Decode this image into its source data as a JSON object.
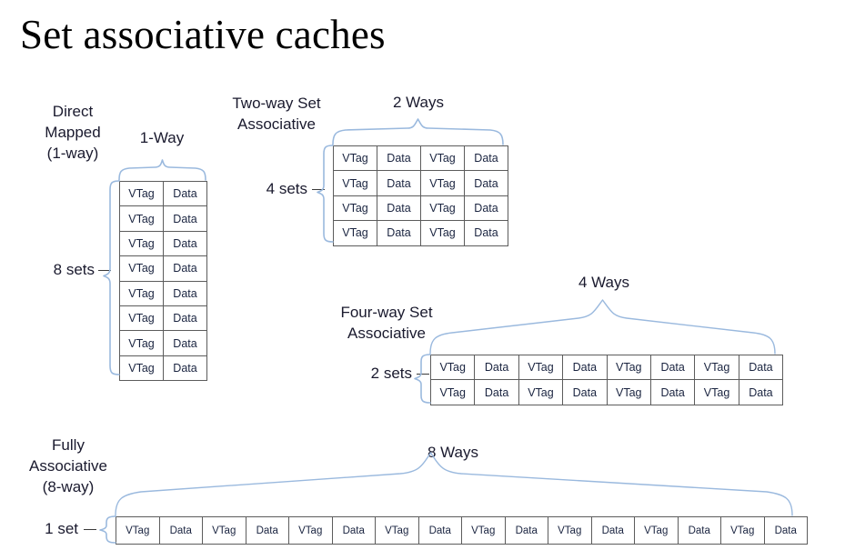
{
  "slide": {
    "title": "Set associative caches",
    "background_color": "#ffffff",
    "brace_color": "#9ab9de",
    "cell_border_color": "#5c5c5c",
    "text_color": "#1a2440"
  },
  "cell_labels": {
    "tag": "VTag",
    "data": "Data"
  },
  "diagrams": [
    {
      "id": "direct-mapped",
      "name_lines": [
        "Direct",
        "Mapped",
        "(1-way)"
      ],
      "ways_label": "1-Way",
      "sets_label": "8 sets",
      "sets": 8,
      "ways": 1,
      "columns_per_way": [
        "VTag",
        "Data"
      ],
      "rows": [
        [
          "VTag",
          "Data"
        ],
        [
          "VTag",
          "Data"
        ],
        [
          "VTag",
          "Data"
        ],
        [
          "VTag",
          "Data"
        ],
        [
          "VTag",
          "Data"
        ],
        [
          "VTag",
          "Data"
        ],
        [
          "VTag",
          "Data"
        ],
        [
          "VTag",
          "Data"
        ]
      ]
    },
    {
      "id": "two-way-set-associative",
      "name_lines": [
        "Two-way Set",
        "Associative"
      ],
      "ways_label": "2 Ways",
      "sets_label": "4 sets",
      "sets": 4,
      "ways": 2,
      "columns_per_way": [
        "VTag",
        "Data"
      ],
      "rows": [
        [
          "VTag",
          "Data",
          "VTag",
          "Data"
        ],
        [
          "VTag",
          "Data",
          "VTag",
          "Data"
        ],
        [
          "VTag",
          "Data",
          "VTag",
          "Data"
        ],
        [
          "VTag",
          "Data",
          "VTag",
          "Data"
        ]
      ]
    },
    {
      "id": "four-way-set-associative",
      "name_lines": [
        "Four-way Set",
        "Associative"
      ],
      "ways_label": "4 Ways",
      "sets_label": "2 sets",
      "sets": 2,
      "ways": 4,
      "columns_per_way": [
        "VTag",
        "Data"
      ],
      "rows": [
        [
          "VTag",
          "Data",
          "VTag",
          "Data",
          "VTag",
          "Data",
          "VTag",
          "Data"
        ],
        [
          "VTag",
          "Data",
          "VTag",
          "Data",
          "VTag",
          "Data",
          "VTag",
          "Data"
        ]
      ]
    },
    {
      "id": "fully-associative",
      "name_lines": [
        "Fully",
        "Associative",
        "(8-way)"
      ],
      "ways_label": "8 Ways",
      "sets_label": "1 set",
      "sets": 1,
      "ways": 8,
      "columns_per_way": [
        "VTag",
        "Data"
      ],
      "rows": [
        [
          "VTag",
          "Data",
          "VTag",
          "Data",
          "VTag",
          "Data",
          "VTag",
          "Data",
          "VTag",
          "Data",
          "VTag",
          "Data",
          "VTag",
          "Data",
          "VTag",
          "Data"
        ]
      ]
    }
  ]
}
